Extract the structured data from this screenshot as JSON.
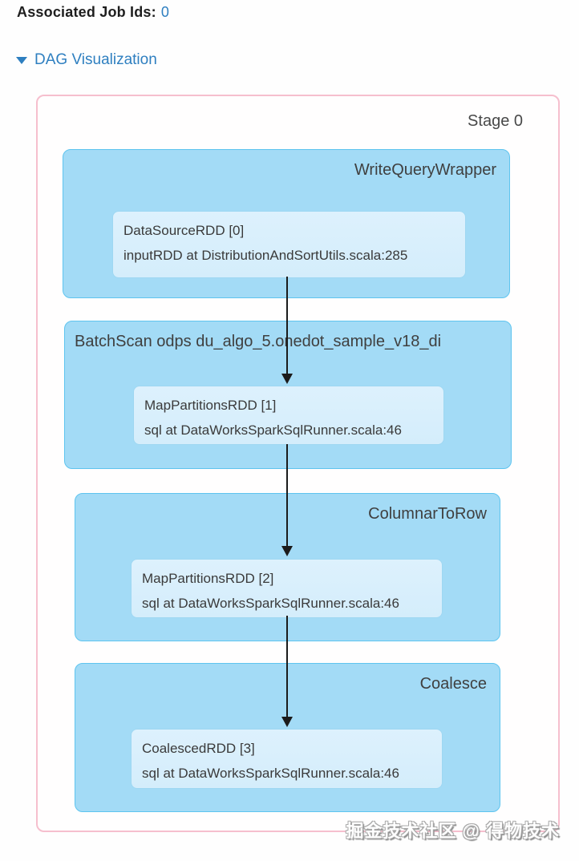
{
  "header": {
    "associated_job_ids_label": "Associated Job Ids:",
    "associated_job_ids_value": "0",
    "dag_section": {
      "collapse_icon": "triangle-down-icon",
      "label": "DAG Visualization"
    }
  },
  "dag": {
    "stage_label": "Stage 0",
    "operators": [
      {
        "name": "WriteQueryWrapper",
        "rdd_line1": "DataSourceRDD [0]",
        "rdd_line2": "inputRDD at DistributionAndSortUtils.scala:285"
      },
      {
        "name": "BatchScan odps du_algo_5.onedot_sample_v18_di",
        "rdd_line1": "MapPartitionsRDD [1]",
        "rdd_line2": "sql at DataWorksSparkSqlRunner.scala:46"
      },
      {
        "name": "ColumnarToRow",
        "rdd_line1": "MapPartitionsRDD [2]",
        "rdd_line2": "sql at DataWorksSparkSqlRunner.scala:46"
      },
      {
        "name": "Coalesce",
        "rdd_line1": "CoalescedRDD [3]",
        "rdd_line2": "sql at DataWorksSparkSqlRunner.scala:46"
      }
    ],
    "edges": [
      {
        "from": "DataSourceRDD [0]",
        "to": "MapPartitionsRDD [1]"
      },
      {
        "from": "MapPartitionsRDD [1]",
        "to": "MapPartitionsRDD [2]"
      },
      {
        "from": "MapPartitionsRDD [2]",
        "to": "CoalescedRDD [3]"
      }
    ]
  },
  "watermark": "掘金技术社区 @ 得物技术",
  "colors": {
    "link_blue": "#2e7fc0",
    "stage_border_pink": "#f6bfce",
    "operator_fill_blue": "#a3dbf6",
    "operator_border_blue": "#5ec4ef",
    "rdd_fill_blue": "#d9effc",
    "rdd_border_blue": "#9ed7f2",
    "arrow_black": "#1b1b1b",
    "title_text": "#3f3f3f"
  }
}
